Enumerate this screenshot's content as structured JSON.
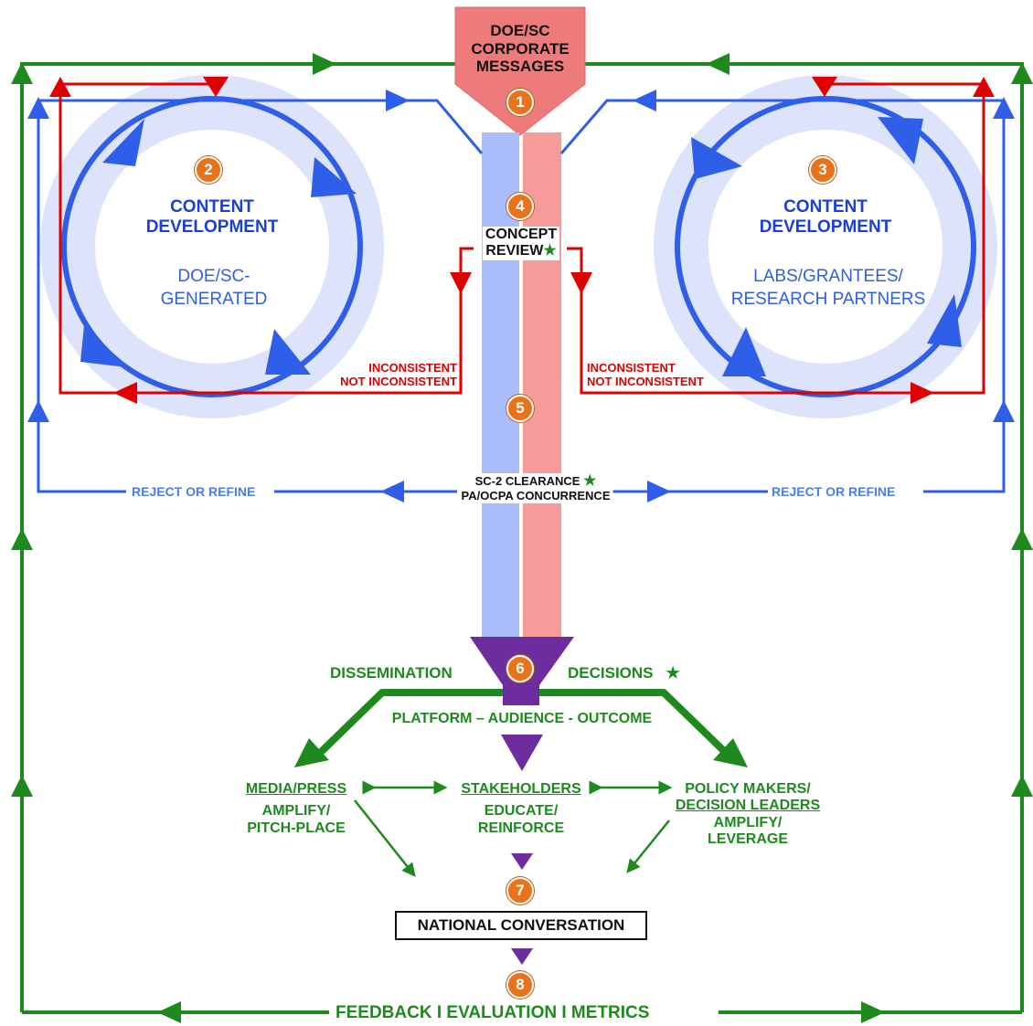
{
  "header": {
    "line1": "DOE/SC",
    "line2": "CORPORATE",
    "line3": "MESSAGES"
  },
  "steps": [
    "1",
    "2",
    "3",
    "4",
    "5",
    "6",
    "7",
    "8"
  ],
  "left_cycle": {
    "title1": "CONTENT",
    "title2": "DEVELOPMENT",
    "sub1": "DOE/SC-",
    "sub2": "GENERATED"
  },
  "right_cycle": {
    "title1": "CONTENT",
    "title2": "DEVELOPMENT",
    "sub1": "LABS/GRANTEES/",
    "sub2": "RESEARCH PARTNERS"
  },
  "concept_review": {
    "line1": "CONCEPT",
    "line2": "REVIEW"
  },
  "review_outcomes": {
    "inconsistent": "INCONSISTENT",
    "not_inconsistent": "NOT INCONSISTENT"
  },
  "clearance": {
    "line1": "SC-2 CLEARANCE",
    "line2": "PA/OCPA CONCURRENCE"
  },
  "reject_refine": "REJECT OR REFINE",
  "dissemination": {
    "left": "DISSEMINATION",
    "right": "DECISIONS",
    "sub": "PLATFORM – AUDIENCE - OUTCOME"
  },
  "audiences": {
    "media": {
      "title": "MEDIA/PRESS",
      "action1": "AMPLIFY/",
      "action2": "PITCH-PLACE"
    },
    "stakeholders": {
      "title": "STAKEHOLDERS",
      "action1": "EDUCATE/",
      "action2": "REINFORCE"
    },
    "policy": {
      "title1": "POLICY MAKERS/",
      "title2": "DECISION LEADERS",
      "action1": "AMPLIFY/",
      "action2": "LEVERAGE"
    }
  },
  "national_conversation": "NATIONAL CONVERSATION",
  "feedback": "FEEDBACK I EVALUATION I METRICS",
  "star_glyph": "★",
  "colors": {
    "blue": "#2f5fe8",
    "red": "#e00000",
    "green": "#1e8a1e",
    "purple": "#6e2d9e",
    "orange": "#e8731a",
    "pink_column": "#f79a9a",
    "blue_column": "#a9bdfa"
  }
}
